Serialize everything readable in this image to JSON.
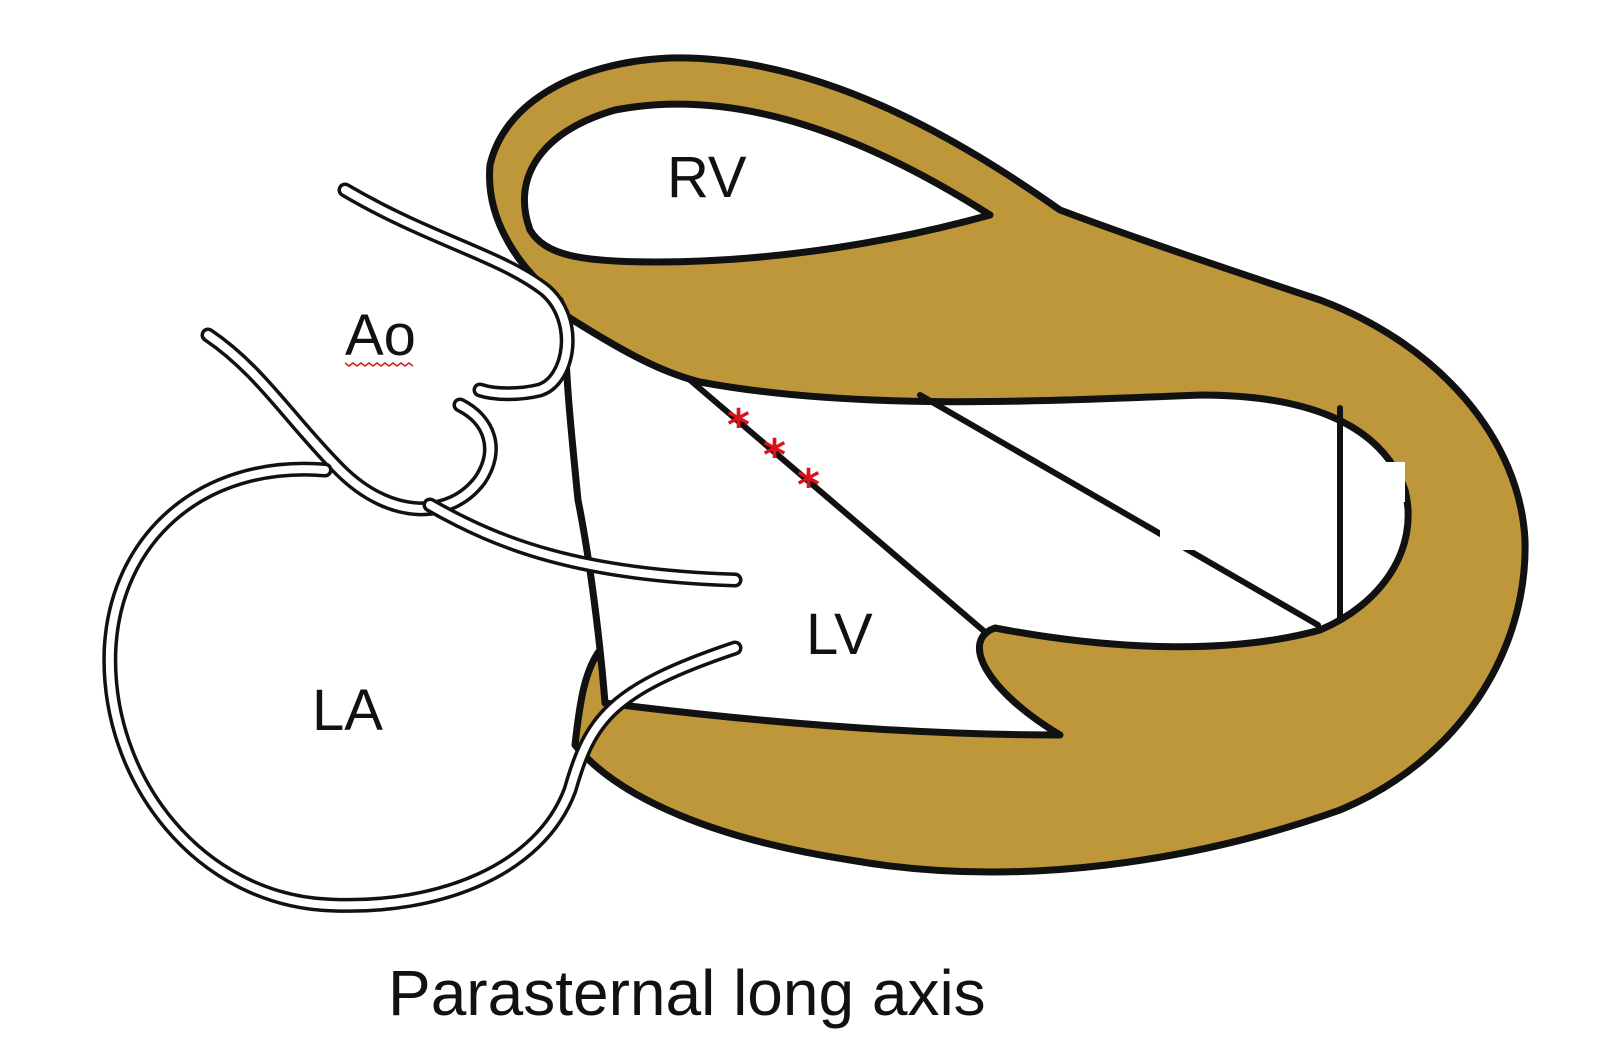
{
  "diagram": {
    "labels": {
      "rv": "RV",
      "ao": "Ao",
      "lv": "LV",
      "la": "LA"
    },
    "caption": "Parasternal long axis",
    "markers": [
      "*",
      "*",
      "*"
    ],
    "colors": {
      "myocardium": "#bf973b",
      "outline": "#111111",
      "marker": "#e0101a",
      "background": "#ffffff"
    }
  }
}
